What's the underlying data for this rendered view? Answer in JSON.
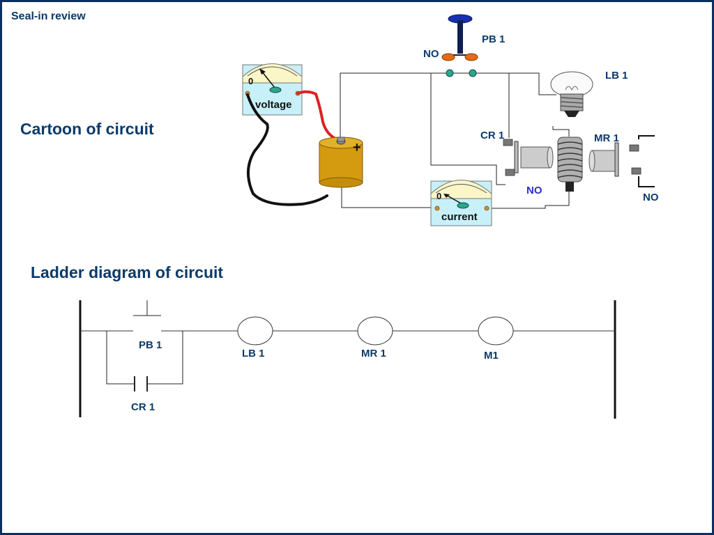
{
  "slide": {
    "title": "Seal-in review",
    "cartoon_heading": "Cartoon of circuit",
    "ladder_heading": "Ladder diagram of circuit"
  },
  "cartoon": {
    "pb1_label": "PB 1",
    "pb1_no_label": "NO",
    "lb1_label": "LB 1",
    "cr1_label": "CR 1",
    "cr1_no_label": "NO",
    "mr1_label": "MR 1",
    "mr1_no_label": "NO",
    "voltmeter_label": "voltage",
    "voltmeter_zero": "0",
    "ammeter_label": "current",
    "ammeter_zero": "0",
    "battery_plus": "+"
  },
  "ladder": {
    "pb1_label": "PB 1",
    "cr1_label": "CR 1",
    "lb1_label": "LB 1",
    "mr1_label": "MR 1",
    "m1_label": "M1"
  },
  "colors": {
    "text": "#0b3a6a",
    "border": "#0b2f5e",
    "no_accent": "#2b2bd0",
    "meter_top": "#fbf6c8",
    "meter_bottom": "#c8f0f8",
    "battery": "#d49a10",
    "pushbutton": "#1a2fb0"
  }
}
